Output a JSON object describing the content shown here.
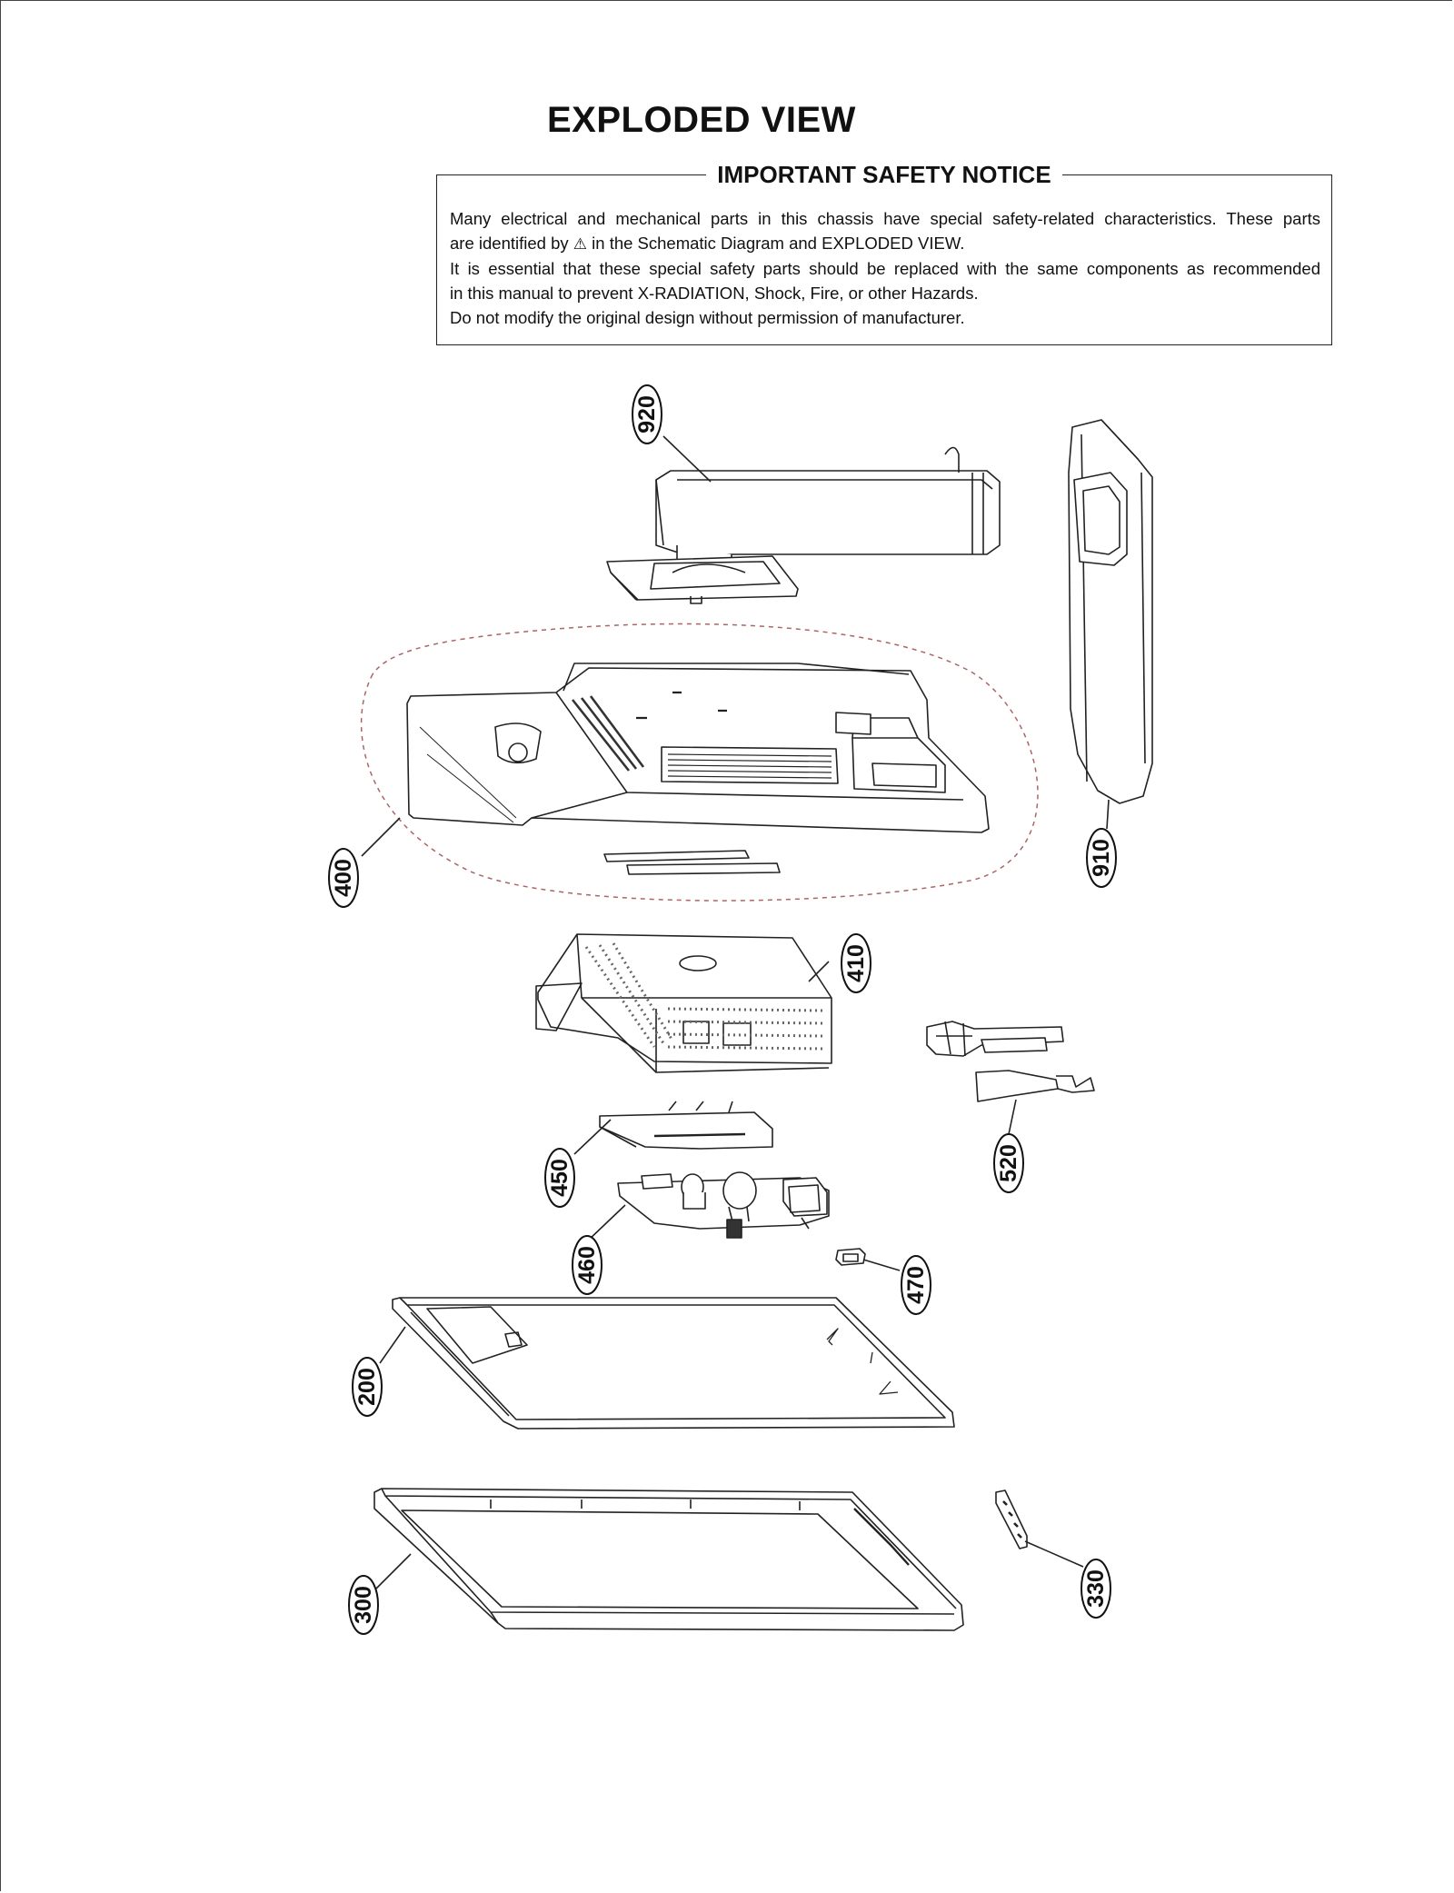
{
  "page": {
    "title": "EXPLODED VIEW"
  },
  "notice": {
    "heading": "IMPORTANT SAFETY NOTICE",
    "line1": "Many electrical and mechanical parts in this chassis have special safety-related characteristics. These parts",
    "line2_before": "are identified by",
    "warning_symbol": "⚠",
    "line2_after": "in the Schematic Diagram and EXPLODED VIEW.",
    "line3": "It is essential that these special safety parts should be replaced with the same components as recommended",
    "line4": "in this manual to prevent X-RADIATION, Shock, Fire, or other Hazards.",
    "line5": "Do not modify the original design without permission of manufacturer."
  },
  "parts": {
    "p920": "920",
    "p910": "910",
    "p400": "400",
    "p410": "410",
    "p520": "520",
    "p450": "450",
    "p460": "460",
    "p470": "470",
    "p200": "200",
    "p300": "300",
    "p330": "330"
  }
}
